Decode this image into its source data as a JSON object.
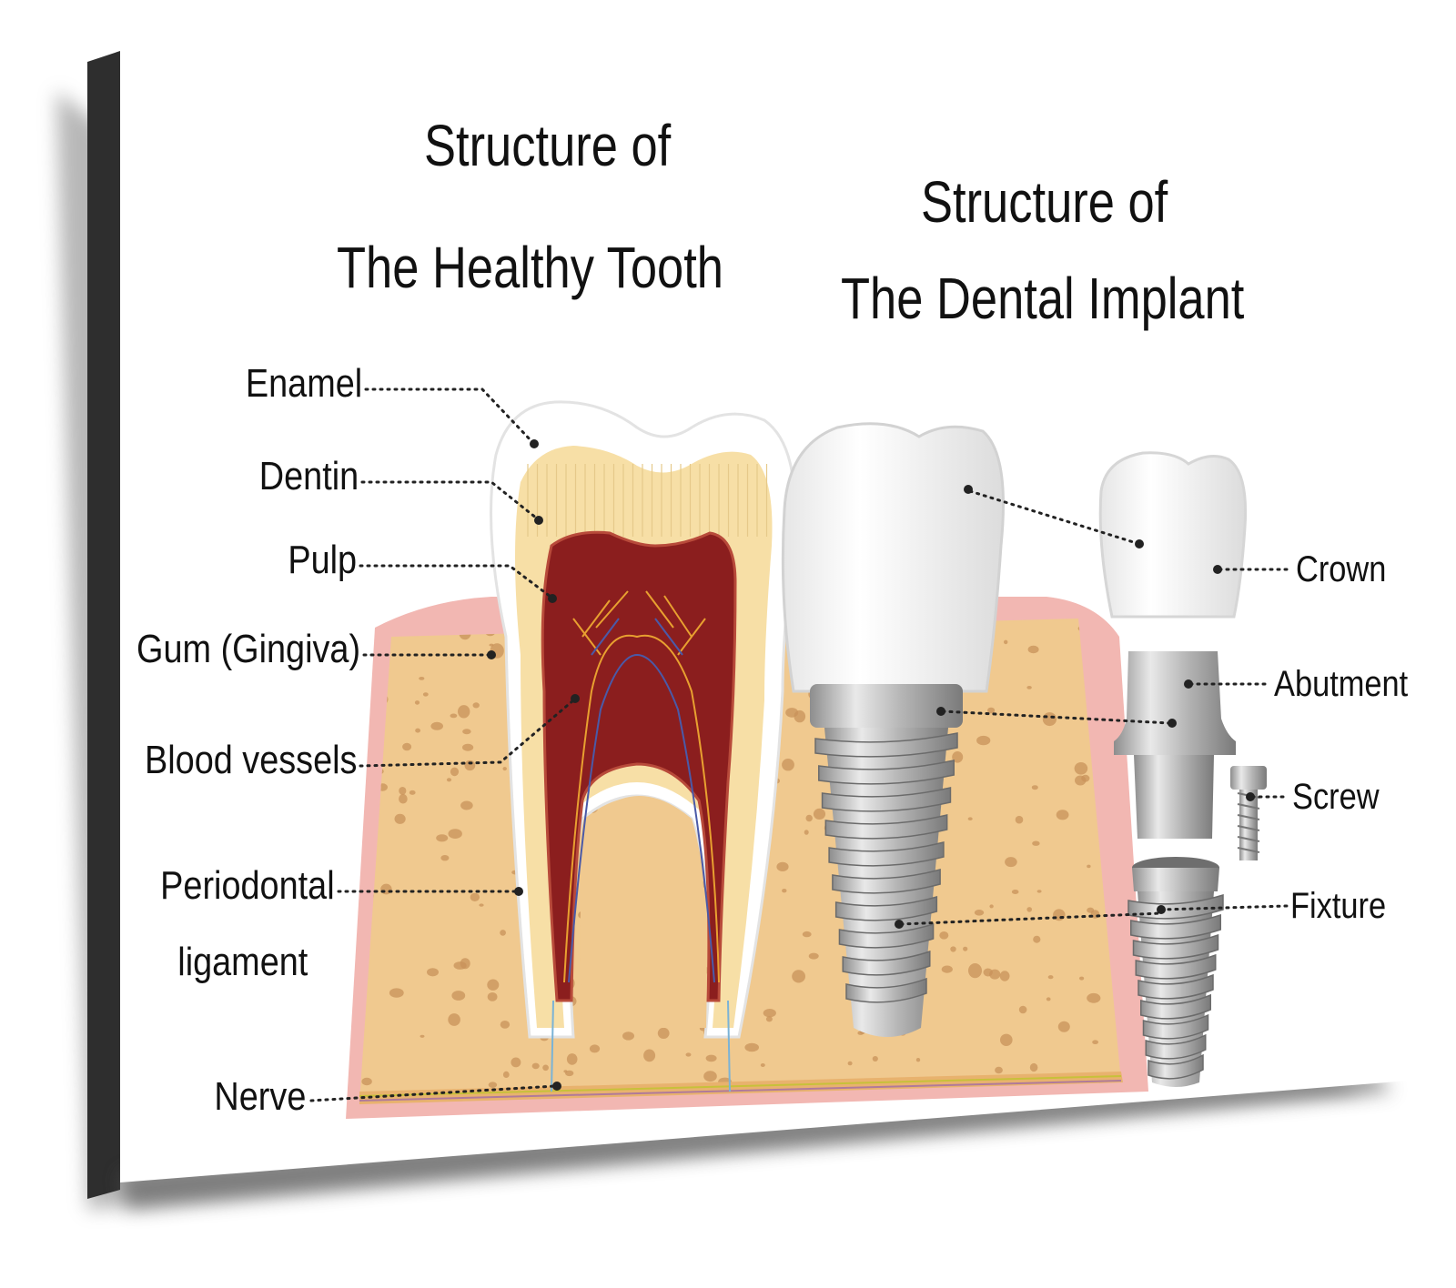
{
  "titles": {
    "tooth_line1": "Structure of",
    "tooth_line2": "The Healthy Tooth",
    "implant_line1": "Structure of",
    "implant_line2": "The Dental Implant"
  },
  "tooth_labels": {
    "enamel": "Enamel",
    "dentin": "Dentin",
    "pulp": "Pulp",
    "gum": "Gum (Gingiva)",
    "blood_vessels": "Blood vessels",
    "periodontal_1": "Periodontal",
    "periodontal_2": "ligament",
    "nerve": "Nerve"
  },
  "implant_labels": {
    "crown": "Crown",
    "abutment": "Abutment",
    "screw": "Screw",
    "fixture": "Fixture"
  },
  "colors": {
    "gum_pink": "#f2b7b2",
    "bone": "#f0c98f",
    "bone_spot": "#c8925a",
    "enamel": "#ffffff",
    "dentin": "#f7dfa6",
    "pulp": "#8b1e1e",
    "metal": "#a9a9a9",
    "frame_side": "#2e2e2e"
  }
}
